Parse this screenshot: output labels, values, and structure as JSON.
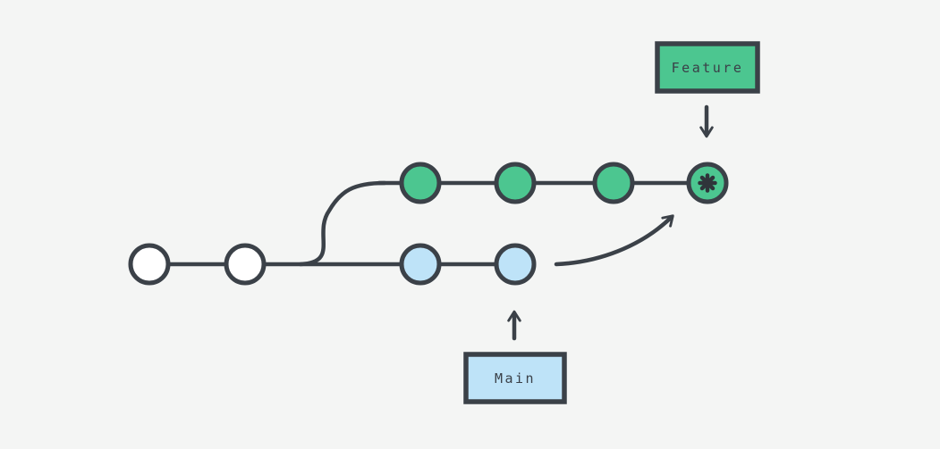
{
  "diagram": {
    "background_color": "#f4f5f4",
    "stroke_color": "#3b4148",
    "feature_branch": {
      "label": "Feature",
      "node_color": "#4cc690",
      "commit_count": 4,
      "head_marker": "asterisk-icon"
    },
    "main_branch": {
      "label": "Main",
      "node_color": "#bee3f8",
      "base_commit_color": "#ffffff",
      "base_commit_count": 2,
      "highlighted_commit_count": 2
    },
    "label_text_color": "#3a4048"
  }
}
